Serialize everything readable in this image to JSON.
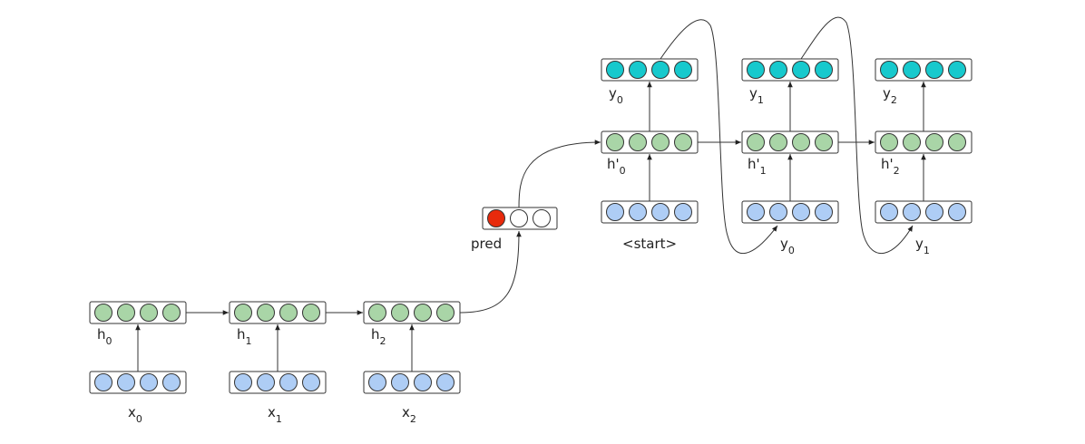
{
  "colors": {
    "input": "#aecdf5",
    "hidden": "#a9d5a7",
    "output": "#17c9cd",
    "pred_active": "#e82a0c",
    "pred_empty": "#ffffff"
  },
  "encoder": {
    "inputs": [
      {
        "base": "x",
        "sub": "0"
      },
      {
        "base": "x",
        "sub": "1"
      },
      {
        "base": "x",
        "sub": "2"
      }
    ],
    "hidden": [
      {
        "base": "h",
        "sub": "0"
      },
      {
        "base": "h",
        "sub": "1"
      },
      {
        "base": "h",
        "sub": "2"
      }
    ]
  },
  "pred": {
    "label": "pred",
    "cells": [
      "active",
      "empty",
      "empty"
    ]
  },
  "decoder": {
    "inputs": [
      {
        "base": "<start>",
        "sub": ""
      },
      {
        "base": "y",
        "sub": "0"
      },
      {
        "base": "y",
        "sub": "1"
      }
    ],
    "hidden": [
      {
        "base": "h'",
        "sub": "0"
      },
      {
        "base": "h'",
        "sub": "1"
      },
      {
        "base": "h'",
        "sub": "2"
      }
    ],
    "outputs": [
      {
        "base": "y",
        "sub": "0"
      },
      {
        "base": "y",
        "sub": "1"
      },
      {
        "base": "y",
        "sub": "2"
      }
    ]
  }
}
